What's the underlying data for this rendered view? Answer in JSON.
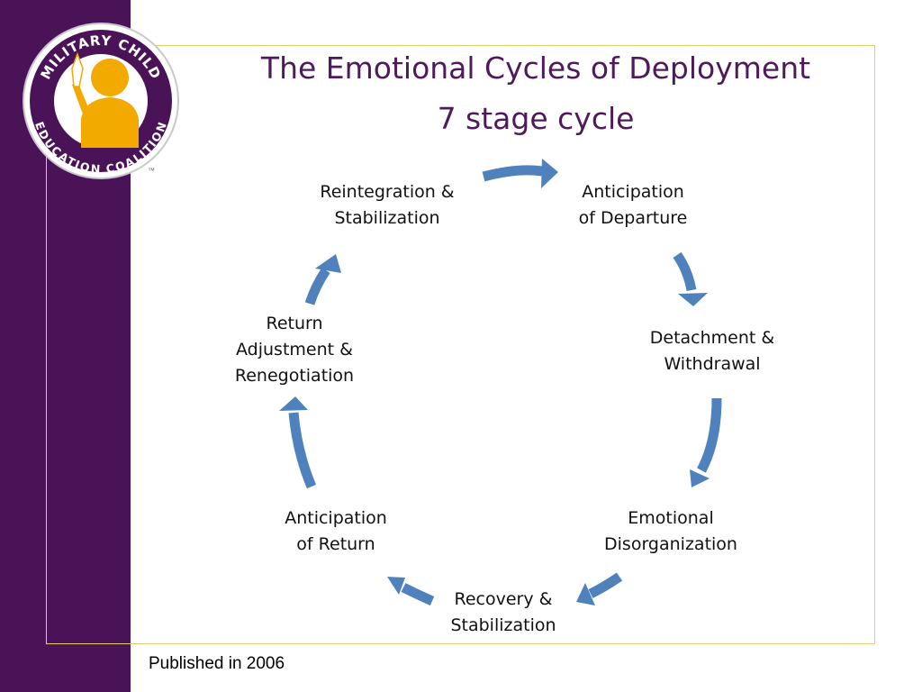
{
  "title": {
    "line1": "The Emotional Cycles of Deployment",
    "line2": "7 stage cycle"
  },
  "logo": {
    "text_top": "MILITARY CHILD",
    "text_bottom": "EDUCATION COALITION",
    "trademark": "™",
    "colors": {
      "ring": "#4a1358",
      "figure": "#f2a900",
      "torch": "#ffffff"
    }
  },
  "stages": [
    {
      "id": "anticipation-of-departure",
      "lines": [
        "Anticipation",
        "of Departure"
      ]
    },
    {
      "id": "detachment-withdrawal",
      "lines": [
        "Detachment &",
        "Withdrawal"
      ]
    },
    {
      "id": "emotional-disorganization",
      "lines": [
        "Emotional",
        "Disorganization"
      ]
    },
    {
      "id": "recovery-stabilization",
      "lines": [
        "Recovery &",
        "Stabilization"
      ]
    },
    {
      "id": "anticipation-of-return",
      "lines": [
        "Anticipation",
        "of Return"
      ]
    },
    {
      "id": "return-adjustment",
      "lines": [
        "Return",
        "Adjustment &",
        "Renegotiation"
      ]
    },
    {
      "id": "reintegration-stabilization",
      "lines": [
        "Reintegration &",
        "Stabilization"
      ]
    }
  ],
  "footnote": "Published in 2006",
  "colors": {
    "sidebar": "#4a1358",
    "title": "#4e1a5c",
    "arrow": "#4f81bd",
    "frame": "#e3cf6e"
  }
}
